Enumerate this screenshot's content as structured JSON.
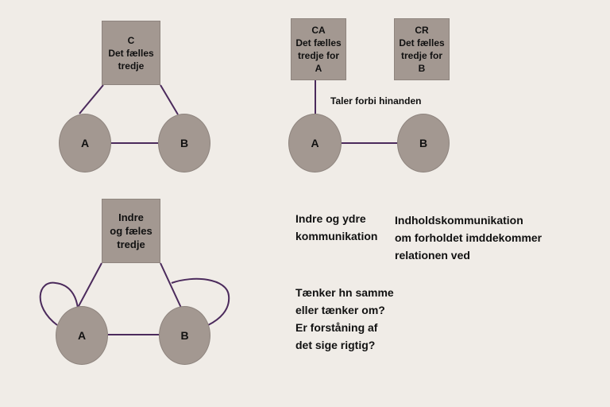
{
  "colors": {
    "background": "#f0ece7",
    "shape_fill": "#a39891",
    "line": "#4b2a5c"
  },
  "diagram1": {
    "box": "C\nDet fælles\ntredje",
    "node_a": "A",
    "node_b": "B"
  },
  "diagram2": {
    "box_a": "CA\nDet fælles\ntredje for\nA",
    "box_b": "CR\nDet fælles\ntredje for\nB",
    "caption": "Taler forbi hinanden",
    "node_a": "A",
    "node_b": "B"
  },
  "diagram3": {
    "box": "Indre\nog fæles\ntredje",
    "node_a": "A",
    "node_b": "B"
  },
  "text": {
    "inner_outer": "Indre og ydre\nkommunikation",
    "content": "Indholdskommunikation\nom forholdet imddekommer\nrelationen ved",
    "questions_1": "Tænker hn samme\neller tænker om?",
    "questions_2": "Er forståning af\ndet sige rigtig?"
  }
}
